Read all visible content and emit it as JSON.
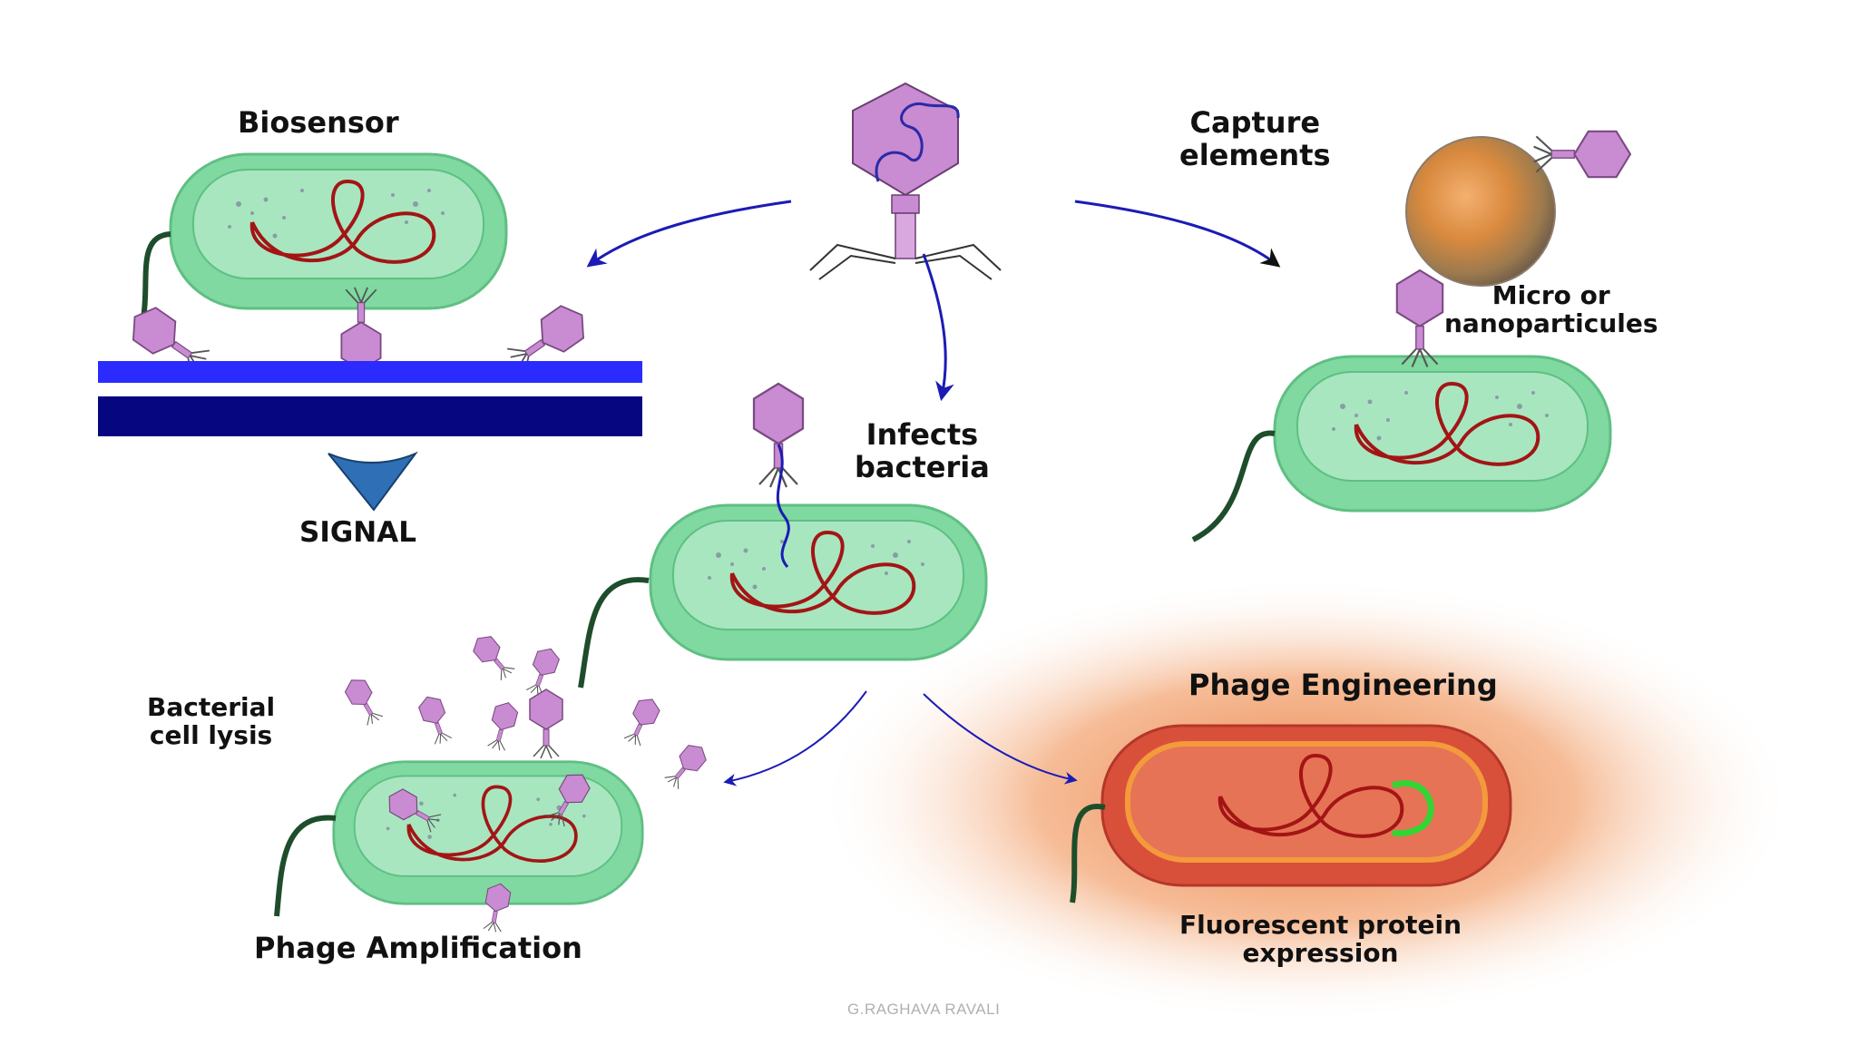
{
  "labels": {
    "biosensor": "Biosensor",
    "signal": "SIGNAL",
    "capture_line1": "Capture",
    "capture_line2": "elements",
    "micro_line1": "Micro or",
    "micro_line2": "nanoparticules",
    "infects_line1": "Infects",
    "infects_line2": "bacteria",
    "lysis_line1": "Bacterial",
    "lysis_line2": "cell lysis",
    "amplification": "Phage Amplification",
    "engineering": "Phage Engineering",
    "fluor_line1": "Fluorescent protein",
    "fluor_line2": "expression"
  },
  "footer": "G.RAGHAVA RAVALI",
  "colors": {
    "bacteria_body": "#7fd9a0",
    "bacteria_inner": "#a8e6c0",
    "dna": "#a31515",
    "phage": "#c98bd1",
    "arrow": "#1b1bb5",
    "plate_light": "#2b2bff",
    "plate_dark": "#060680",
    "engineered_cell": "#d9503a",
    "glow": "#f08a4b",
    "gfp": "#35d435"
  }
}
